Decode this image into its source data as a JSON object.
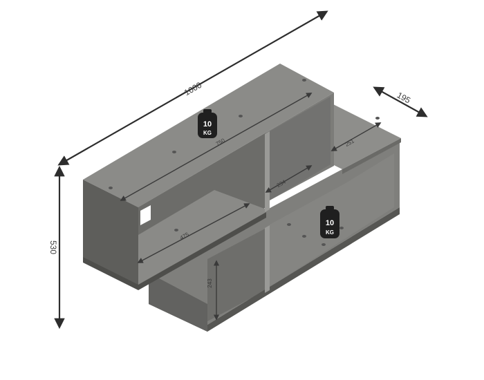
{
  "dimensions": {
    "width": "1000",
    "height": "530",
    "depth": "195",
    "inner_length": "750",
    "lower_length": "475",
    "middle_width": "234",
    "right_width": "251",
    "lower_height": "243"
  },
  "weights": {
    "top_load": {
      "number": "10",
      "unit": "KG"
    },
    "lower_load": {
      "number": "10",
      "unit": "KG"
    }
  },
  "colors": {
    "top_face": "#8b8b88",
    "front_face": "#5f5f5c",
    "inner": "#7a7a77",
    "arrow": "#2d2d2d",
    "weight": "#1f1f1f"
  },
  "icons": [
    "weight-10kg-icon"
  ]
}
